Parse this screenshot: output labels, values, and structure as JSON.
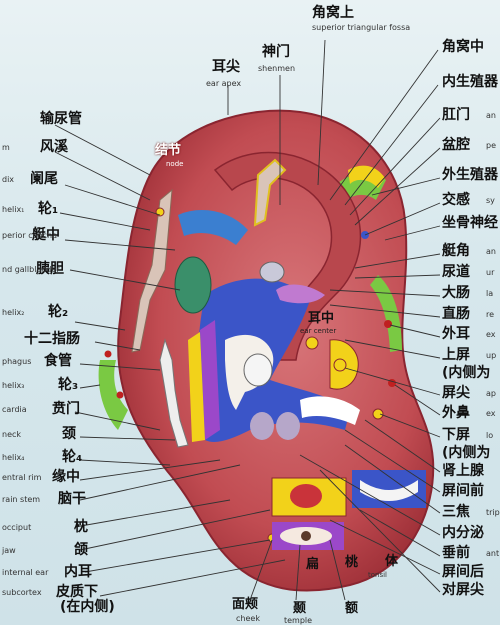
{
  "top_labels": [
    {
      "cn": "耳尖",
      "en": "ear apex"
    },
    {
      "cn": "神门",
      "en": "shenmen"
    },
    {
      "cn": "角窝上",
      "en": "superior triangular fossa"
    }
  ],
  "left_labels": [
    {
      "cn": "输尿管",
      "en": ""
    },
    {
      "cn": "风溪",
      "en": "m"
    },
    {
      "cn": "阑尾",
      "en": "dix"
    },
    {
      "cn": "轮₁",
      "en": "helix₁"
    },
    {
      "cn": "艇中",
      "en": "perior concha"
    },
    {
      "cn": "胰胆",
      "en": "nd gallbladder"
    },
    {
      "cn": "轮₂",
      "en": "helix₂"
    },
    {
      "cn": "十二指肠",
      "en": ""
    },
    {
      "cn": "食管",
      "en": "phagus"
    },
    {
      "cn": "轮₃",
      "en": "helix₃"
    },
    {
      "cn": "贲门",
      "en": "cardia"
    },
    {
      "cn": "颈",
      "en": "neck"
    },
    {
      "cn": "轮₄",
      "en": "helix₄"
    },
    {
      "cn": "缘中",
      "en": "entral rim"
    },
    {
      "cn": "脑干",
      "en": "rain stem"
    },
    {
      "cn": "枕",
      "en": "occiput"
    },
    {
      "cn": "颌",
      "en": "jaw"
    },
    {
      "cn": "内耳",
      "en": "internal ear"
    },
    {
      "cn": "皮质下",
      "en": "subcortex"
    },
    {
      "cn": "(在内侧)",
      "en": ""
    }
  ],
  "right_labels": [
    {
      "cn": "角窝中",
      "en": ""
    },
    {
      "cn": "内生殖器",
      "en": ""
    },
    {
      "cn": "肛门",
      "en": "an"
    },
    {
      "cn": "盆腔",
      "en": "pe"
    },
    {
      "cn": "外生殖器",
      "en": ""
    },
    {
      "cn": "交感",
      "en": "sy"
    },
    {
      "cn": "坐骨神经",
      "en": ""
    },
    {
      "cn": "艇角",
      "en": "an"
    },
    {
      "cn": "尿道",
      "en": "ur"
    },
    {
      "cn": "大肠",
      "en": "la"
    },
    {
      "cn": "直肠",
      "en": "re"
    },
    {
      "cn": "外耳",
      "en": "ex"
    },
    {
      "cn": "上屏",
      "en": "up"
    },
    {
      "cn": "(内侧为",
      "en": ""
    },
    {
      "cn": "屏尖",
      "en": "ap"
    },
    {
      "cn": "外鼻",
      "en": "ex"
    },
    {
      "cn": "下屏",
      "en": "lo"
    },
    {
      "cn": "(内侧为",
      "en": ""
    },
    {
      "cn": "肾上腺",
      "en": ""
    },
    {
      "cn": "屏间前",
      "en": ""
    },
    {
      "cn": "三焦",
      "en": "trip"
    },
    {
      "cn": "内分泌",
      "en": ""
    },
    {
      "cn": "垂前",
      "en": "ant"
    },
    {
      "cn": "屏间后",
      "en": ""
    },
    {
      "cn": "对屏尖",
      "en": ""
    }
  ],
  "bottom_labels": [
    {
      "cn": "面颊",
      "en": "cheek"
    },
    {
      "cn": "颞",
      "en": "temple"
    },
    {
      "cn": "额",
      "en": ""
    }
  ],
  "on_ear": {
    "node_cn": "结节",
    "node_en": "node",
    "ear_center_cn": "耳中",
    "ear_center_en": "ear center",
    "lobe_1": "扁",
    "lobe_2": "桃",
    "lobe_3": "体",
    "lobe_en": "tonsil"
  },
  "colors": {
    "ear": "#c9545a",
    "ear_dark": "#9c2e35",
    "helix_green": "#7ac943",
    "concha_blue": "#3b55c8",
    "antitragus_yellow": "#f2d21a",
    "organ_purple": "#9b48c9"
  }
}
